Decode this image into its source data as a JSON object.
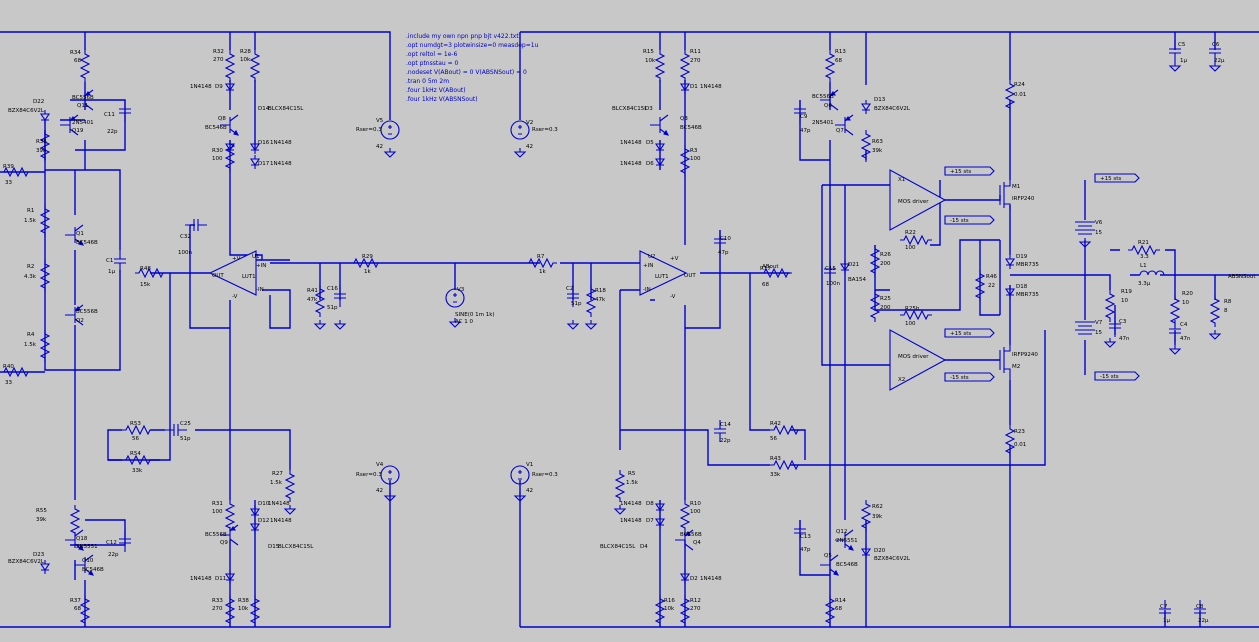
{
  "directives": [
    ".include my own npn pnp bjt v422.txt",
    ".opt numdgt=3 plotwinsize=0 measdep=1u",
    ".opt reltol = 1e-6",
    ".opt ptnsstau = 0",
    ".nodeset V(ABout) = 0 V(ABSNSout) = 0",
    ".tran 0 5m 2m",
    ".four 1kHz V(ABout)",
    ".four 1kHz V(ABSNSout)"
  ],
  "resistors": [
    {
      "ref": "R34",
      "val": "68"
    },
    {
      "ref": "R35",
      "val": "39k"
    },
    {
      "ref": "R32",
      "val": "270"
    },
    {
      "ref": "R28",
      "val": "10k"
    },
    {
      "ref": "R30",
      "val": "100"
    },
    {
      "ref": "R39",
      "val": "33"
    },
    {
      "ref": "R1",
      "val": "1.5k"
    },
    {
      "ref": "R2",
      "val": "4.3k"
    },
    {
      "ref": "R4",
      "val": "1.5k"
    },
    {
      "ref": "R40",
      "val": "33"
    },
    {
      "ref": "R48",
      "val": "15k"
    },
    {
      "ref": "R41",
      "val": "47k"
    },
    {
      "ref": "R29",
      "val": "1k"
    },
    {
      "ref": "R7",
      "val": "1k"
    },
    {
      "ref": "R18",
      "val": "47k"
    },
    {
      "ref": "R17",
      "val": "68"
    },
    {
      "ref": "R53",
      "val": "56"
    },
    {
      "ref": "R54",
      "val": "33k"
    },
    {
      "ref": "R27",
      "val": "1.5k"
    },
    {
      "ref": "R31",
      "val": "100"
    },
    {
      "ref": "R33",
      "val": "270"
    },
    {
      "ref": "R38",
      "val": "10k"
    },
    {
      "ref": "R55",
      "val": "39k"
    },
    {
      "ref": "R37",
      "val": "68"
    },
    {
      "ref": "R15",
      "val": "10k"
    },
    {
      "ref": "R11",
      "val": "270"
    },
    {
      "ref": "R3",
      "val": "100"
    },
    {
      "ref": "R13",
      "val": "68"
    },
    {
      "ref": "R63",
      "val": "39k"
    },
    {
      "ref": "R24",
      "val": "0.01"
    },
    {
      "ref": "R22",
      "val": "100"
    },
    {
      "ref": "R26",
      "val": "200"
    },
    {
      "ref": "R25",
      "val": "200"
    },
    {
      "ref": "R25b",
      "val": "100"
    },
    {
      "ref": "R46",
      "val": "22"
    },
    {
      "ref": "R23",
      "val": "0.01"
    },
    {
      "ref": "R21",
      "val": "3.3"
    },
    {
      "ref": "R19",
      "val": "10"
    },
    {
      "ref": "R20",
      "val": "10"
    },
    {
      "ref": "R8",
      "val": "8"
    },
    {
      "ref": "R42",
      "val": "56"
    },
    {
      "ref": "R43",
      "val": "33k"
    },
    {
      "ref": "R5",
      "val": "1.5k"
    },
    {
      "ref": "R10",
      "val": "100"
    },
    {
      "ref": "R16",
      "val": "10k"
    },
    {
      "ref": "R12",
      "val": "270"
    },
    {
      "ref": "R14",
      "val": "68"
    },
    {
      "ref": "R62",
      "val": "39k"
    }
  ],
  "capacitors": [
    {
      "ref": "C11",
      "val": "22p"
    },
    {
      "ref": "C32",
      "val": "100n"
    },
    {
      "ref": "C1",
      "val": "1µ"
    },
    {
      "ref": "C16",
      "val": "51p"
    },
    {
      "ref": "C2",
      "val": "51p"
    },
    {
      "ref": "C25",
      "val": "51p"
    },
    {
      "ref": "C12",
      "val": "22p"
    },
    {
      "ref": "C9",
      "val": "47p"
    },
    {
      "ref": "C10",
      "val": "47p"
    },
    {
      "ref": "C15",
      "val": "100n"
    },
    {
      "ref": "C14",
      "val": "22p"
    },
    {
      "ref": "C5",
      "val": "1µ"
    },
    {
      "ref": "C6",
      "val": "22µ"
    },
    {
      "ref": "C3",
      "val": "47n"
    },
    {
      "ref": "C4",
      "val": "47n"
    },
    {
      "ref": "C7",
      "val": "1µ"
    },
    {
      "ref": "C8",
      "val": "22µ"
    },
    {
      "ref": "C13",
      "val": "47p"
    }
  ],
  "transistors": [
    {
      "ref": "Q11",
      "model": "BC556B"
    },
    {
      "ref": "Q19",
      "model": "2N5401"
    },
    {
      "ref": "Q8",
      "model": "BC546B"
    },
    {
      "ref": "Q1",
      "model": "BC546B"
    },
    {
      "ref": "Q2",
      "model": "BC556B"
    },
    {
      "ref": "Q18",
      "model": "2N5551"
    },
    {
      "ref": "Q10",
      "model": "BC546B"
    },
    {
      "ref": "Q9",
      "model": "BC556B"
    },
    {
      "ref": "Q3",
      "model": "BC546B"
    },
    {
      "ref": "Q6",
      "model": "BC556B"
    },
    {
      "ref": "Q7",
      "model": "2N5401"
    },
    {
      "ref": "Q4",
      "model": "BC556B"
    },
    {
      "ref": "Q12",
      "model": "2N5551"
    },
    {
      "ref": "Q5",
      "model": "BC546B"
    }
  ],
  "diodes": [
    {
      "ref": "D9",
      "model": "1N4148"
    },
    {
      "ref": "D14",
      "model": "BLCX84C15L"
    },
    {
      "ref": "D16",
      "model": "1N4148"
    },
    {
      "ref": "D17",
      "model": "1N4148"
    },
    {
      "ref": "D22",
      "model": "BZX84C6V2L"
    },
    {
      "ref": "D23",
      "model": "BZX84C6V2L"
    },
    {
      "ref": "D1",
      "model": "1N4148"
    },
    {
      "ref": "D3",
      "model": "BLCX84C15L"
    },
    {
      "ref": "D5",
      "model": "1N4148"
    },
    {
      "ref": "D6",
      "model": "1N4148"
    },
    {
      "ref": "D13",
      "model": "BZX84C6V2L"
    },
    {
      "ref": "D21",
      "model": "BA154"
    },
    {
      "ref": "D19",
      "model": "MBR735"
    },
    {
      "ref": "D18",
      "model": "MBR735"
    },
    {
      "ref": "D20",
      "model": "BZX84C6V2L"
    },
    {
      "ref": "D8",
      "model": "1N4148"
    },
    {
      "ref": "D7",
      "model": "1N4148"
    },
    {
      "ref": "D2",
      "model": "1N4148"
    },
    {
      "ref": "D10",
      "model": "1N4148"
    },
    {
      "ref": "D4",
      "model": "BLCX84C15L"
    },
    {
      "ref": "D12",
      "model": "1N4148"
    },
    {
      "ref": "D15",
      "model": "BLCX84C15L"
    },
    {
      "ref": "D11",
      "model": "1N4148"
    }
  ],
  "opamps": [
    {
      "ref": "U1",
      "model": "LUT1"
    },
    {
      "ref": "U2",
      "model": "LUT1"
    }
  ],
  "drivers": [
    {
      "ref": "X1",
      "model": "MOS driver"
    },
    {
      "ref": "X2",
      "model": "MOS driver"
    }
  ],
  "mosfets": [
    {
      "ref": "M1",
      "model": "IRFP240"
    },
    {
      "ref": "M2",
      "model": "IRFP9240"
    }
  ],
  "sources": [
    {
      "ref": "V5",
      "val": "42",
      "param": "Rser=0.3"
    },
    {
      "ref": "V2",
      "val": "42",
      "param": "Rser=0.3"
    },
    {
      "ref": "V4",
      "val": "42",
      "param": "Rser=0.3"
    },
    {
      "ref": "V1",
      "val": "42",
      "param": "Rser=0.3"
    },
    {
      "ref": "V3",
      "val": "SINE(0 1m 1k)",
      "param": "AC 1 0"
    },
    {
      "ref": "V6",
      "val": "15"
    },
    {
      "ref": "V7",
      "val": "15"
    }
  ],
  "inductor": {
    "ref": "L1",
    "val": "3.3µ"
  },
  "net_labels": [
    "+15 sts",
    "-15 sts",
    "+15 sts",
    "-15 sts",
    "+15 sts",
    "-15 sts",
    "ABout",
    "ABSNSout"
  ],
  "pins": [
    "+V",
    "-V",
    "+IN",
    "-IN",
    "OUT"
  ],
  "colors": {
    "wire": "#0000d0",
    "background": "#c8c8c8",
    "text": "#000000"
  }
}
